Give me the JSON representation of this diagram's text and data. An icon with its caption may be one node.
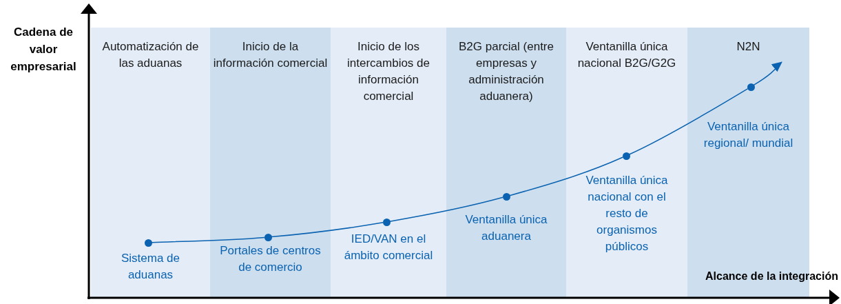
{
  "diagram": {
    "nodes": [
      {
        "text": [
          "Automatización de las aduanas"
        ]
      },
      {
        "text": [
          "Inicio de la información comercial"
        ]
      },
      {
        "text": [
          "Inicio de los intercambios de información comercial"
        ]
      },
      {
        "text": [
          "B2G parcial (entre empresas y administración aduanera)"
        ]
      },
      {
        "text": [
          "Ventanilla única nacional B2G/G2G"
        ]
      },
      {
        "text": [
          "N2N"
        ]
      },
      {
        "text": [],
        "shape": "circle",
        "in": 0,
        "beside": [
          "Sistema de aduanas"
        ]
      },
      {
        "text": [],
        "shape": "circle",
        "in": 1,
        "beside": [
          "Portales de centros de comercio"
        ]
      },
      {
        "text": [],
        "shape": "circle",
        "in": 2,
        "beside": [
          "IED/VAN en el ámbito comercial"
        ]
      },
      {
        "text": [],
        "shape": "circle",
        "in": 3,
        "beside": [
          "Ventanilla única aduanera"
        ]
      },
      {
        "text": [],
        "shape": "circle",
        "in": 4,
        "beside": [
          "Ventanilla única nacional con el resto de organismos públicos"
        ]
      },
      {
        "text": [],
        "shape": "circle",
        "in": 5,
        "beside": [
          "Ventanilla única regional/ mundial"
        ]
      }
    ],
    "edges": [
      {
        "from": 6,
        "to": 7,
        "arrow": "none"
      },
      {
        "from": 7,
        "to": 8,
        "arrow": "none"
      },
      {
        "from": 8,
        "to": 9,
        "arrow": "none"
      },
      {
        "from": 9,
        "to": 10,
        "arrow": "none"
      },
      {
        "from": 10,
        "to": 11,
        "arrow": "none"
      },
      {
        "from": 11,
        "to": null,
        "arrow": "to"
      }
    ],
    "labels": [
      "Cadena de valor empresarial",
      "Alcance de la integración"
    ]
  }
}
